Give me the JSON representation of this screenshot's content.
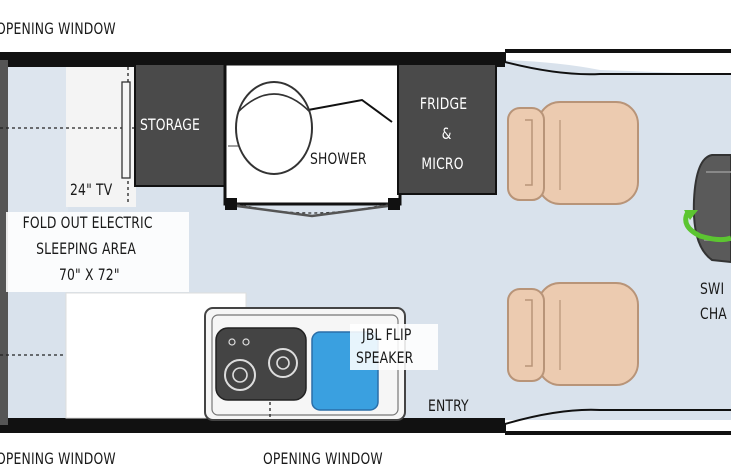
{
  "labels": {
    "top_window": "OPENING WINDOW",
    "bottom_left_window": "OPENING WINDOW",
    "bottom_mid_window": "OPENING WINDOW",
    "storage": "STORAGE",
    "tv": "24\" TV",
    "shower": "SHOWER",
    "fridge_line1": "FRIDGE",
    "fridge_line2": "&",
    "fridge_line3": "MICRO",
    "sleeping_line1": "FOLD OUT ELECTRIC",
    "sleeping_line2": "SLEEPING AREA",
    "sleeping_line3": "70\" X 72\"",
    "speaker_line1": "JBL FLIP",
    "speaker_line2": "SPEAKER",
    "entry": "ENTRY",
    "swivel_line1": "SWI",
    "swivel_line2": "CHA"
  },
  "colors": {
    "floor": "#d9e2ec",
    "wall": "#111111",
    "cabinet": "#4a4a4a",
    "counter": "#f2f2f2",
    "seat": "#eccbb0",
    "seat_stroke": "#b89478",
    "sink": "#3aa0e0",
    "swivel_arrow": "#5cc531"
  }
}
